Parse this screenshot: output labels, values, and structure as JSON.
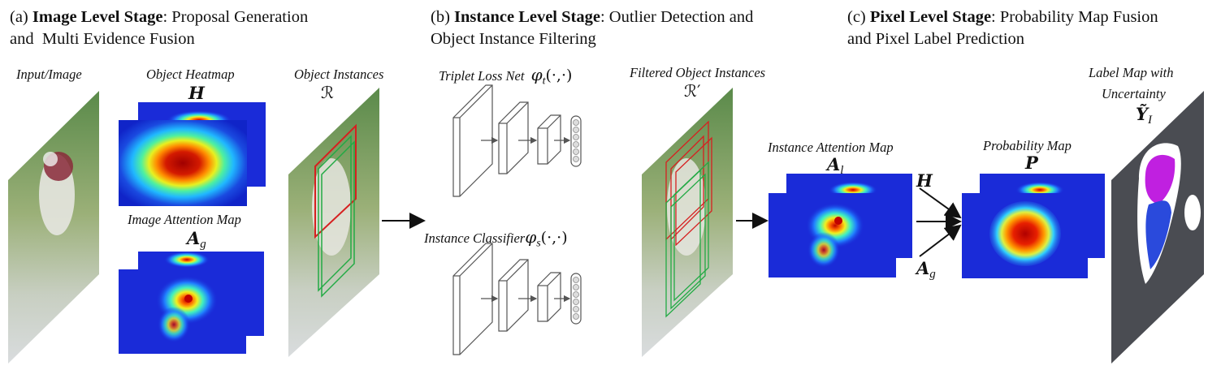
{
  "stages": {
    "a": {
      "prefix": "(a) ",
      "bold": "Image Level Stage",
      "rest": ": Proposal Generation",
      "line2": "and  Multi Evidence Fusion"
    },
    "b": {
      "prefix": "(b) ",
      "bold": "Instance Level Stage",
      "rest": ": Outlier Detection and",
      "line2": "Object Instance Filtering"
    },
    "c": {
      "prefix": "(c) ",
      "bold": "Pixel Level Stage",
      "rest": ": Probability Map Fusion",
      "line2": "and Pixel Label Prediction"
    }
  },
  "labels": {
    "input_image": "Input/Image",
    "object_heatmap": "Object Heatmap",
    "object_heatmap_symbol": "H",
    "image_attention_map": "Image Attention Map",
    "image_attention_symbol": "A",
    "image_attention_sub": "g",
    "object_instances": "Object Instances",
    "object_instances_symbol": "ℛ",
    "triplet_loss_net": "Triplet Loss Net",
    "triplet_symbol": "φ",
    "triplet_sub": "t",
    "triplet_args": "(·,·)",
    "instance_classifier": "Instance Classifier",
    "classifier_symbol": "φ",
    "classifier_sub": "s",
    "classifier_args": "(·,·)",
    "filtered_instances": "Filtered Object Instances",
    "filtered_symbol": "ℛ′",
    "instance_attention_map": "Instance Attention Map",
    "instance_attention_symbol": "A",
    "instance_attention_sub": "l",
    "fusion_h": "H",
    "fusion_a": "A",
    "fusion_a_sub": "g",
    "probability_map": "Probability Map",
    "probability_symbol": "P",
    "label_map_line1": "Label Map with",
    "label_map_line2": "Uncertainty",
    "label_map_symbol": "Ỹ",
    "label_map_sub": "I"
  },
  "colors": {
    "heat_low": "#1a2bd8",
    "heat_mid": "#2fd0ff",
    "heat_high": "#c00000",
    "box_red": "#d62020",
    "box_green": "#22aa44",
    "label_magenta": "#c020e0",
    "label_blue": "#2a4adc",
    "label_bg": "#4a4c52"
  }
}
